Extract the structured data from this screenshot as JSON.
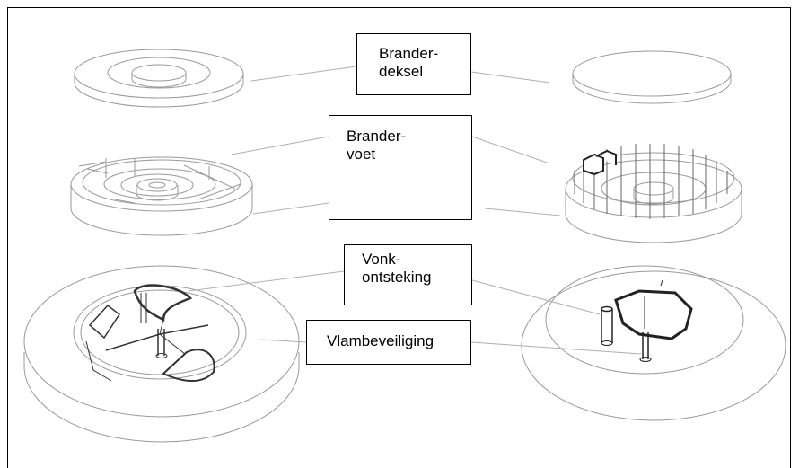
{
  "labels": {
    "brander_deksel": "Brander-\ndeksel",
    "brander_voet": "Brander-\nvoet",
    "vonk_ontsteking": "Vonk-\nontsteking",
    "vlambeveiliging": "Vlambeveiliging"
  }
}
